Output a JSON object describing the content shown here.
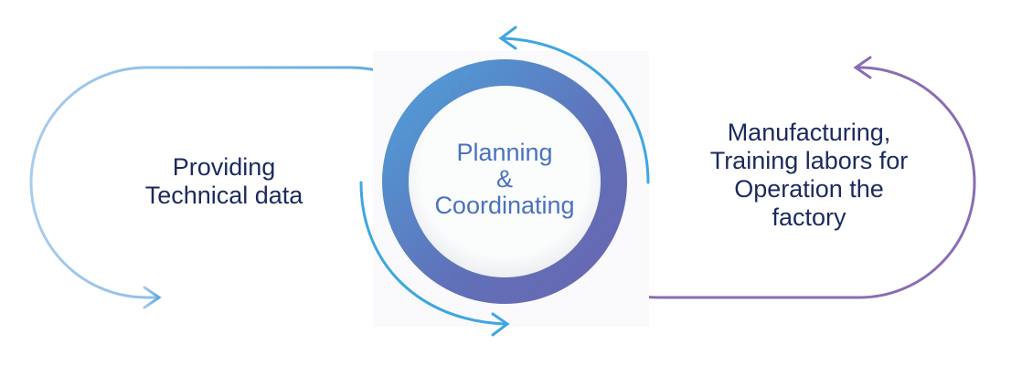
{
  "center": {
    "line1": "Planning",
    "line2": "&",
    "line3": "Coordinating"
  },
  "left_label": {
    "line1": "Providing",
    "line2": "Technical data"
  },
  "right_label": {
    "line1": "Manufacturing,",
    "line2": "Training labors for",
    "line3": "Operation the",
    "line4": "factory"
  },
  "colors": {
    "arrow_blue": "#3fa6e0",
    "left_loop": "#8fbde8",
    "right_loop": "#8a6db4",
    "ring_start": "#4f9ad8",
    "ring_end": "#5d5aa8"
  }
}
